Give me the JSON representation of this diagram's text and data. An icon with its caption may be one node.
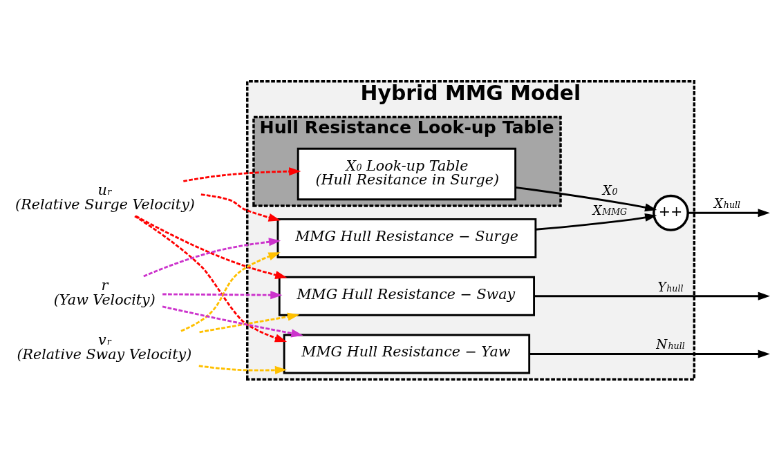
{
  "diagram": {
    "nodes": [
      {
        "text": [
          "Hybrid MMG Model"
        ]
      },
      {
        "text": [
          "Hull Resistance Look-up Table"
        ],
        "in": 0
      },
      {
        "text": [
          "X$_{0}$ Look-up Table",
          "(Hull Resitance in Surge)"
        ],
        "in": 1
      },
      {
        "text": [
          "MMG Hull Resistance − Surge"
        ],
        "in": 0
      },
      {
        "text": [
          "MMG Hull Resistance − Sway"
        ],
        "in": 0
      },
      {
        "text": [
          "MMG Hull Resistance − Yaw"
        ],
        "in": 0
      },
      {
        "text": [
          "+",
          "+"
        ],
        "in": 0
      },
      {
        "text": [
          "u$_{r}$",
          "(Relative Surge Velocity)"
        ]
      },
      {
        "text": [
          "v$_{r}$",
          "(Relative Sway Velocity)"
        ]
      },
      {
        "text": [
          "r",
          "(Yaw Velocity)"
        ]
      }
    ],
    "edges": [
      {
        "from": 7,
        "to": 2,
        "arrow": "to",
        "style": "dashed",
        "color": "#ff0000"
      },
      {
        "from": 7,
        "to": 3,
        "arrow": "to",
        "style": "dashed",
        "color": "#ff0000"
      },
      {
        "from": 7,
        "to": 4,
        "arrow": "to",
        "style": "dashed",
        "color": "#ff0000"
      },
      {
        "from": 7,
        "to": 5,
        "arrow": "to",
        "style": "dashed",
        "color": "#ff0000"
      },
      {
        "from": 8,
        "to": 3,
        "arrow": "to",
        "style": "dashed",
        "color": "#ffc000"
      },
      {
        "from": 8,
        "to": 4,
        "arrow": "to",
        "style": "dashed",
        "color": "#ffc000"
      },
      {
        "from": 8,
        "to": 5,
        "arrow": "to",
        "style": "dashed",
        "color": "#ffc000"
      },
      {
        "from": 9,
        "to": 3,
        "arrow": "to",
        "style": "dashed",
        "color": "#cc33cc"
      },
      {
        "from": 9,
        "to": 4,
        "arrow": "to",
        "style": "dashed",
        "color": "#cc33cc"
      },
      {
        "from": 9,
        "to": 5,
        "arrow": "to",
        "style": "dashed",
        "color": "#cc33cc"
      },
      {
        "from": 2,
        "to": 6,
        "arrow": "to",
        "label": "X$_{0}$",
        "color": "#000000"
      },
      {
        "from": 3,
        "to": 6,
        "arrow": "to",
        "label": "X$_{MMG}$",
        "color": "#000000"
      },
      {
        "from": 6,
        "to": null,
        "arrow": "to",
        "label": "X$_{hull}$",
        "color": "#000000"
      },
      {
        "from": 4,
        "to": null,
        "arrow": "to",
        "label": "Y$_{hull}$",
        "color": "#000000"
      },
      {
        "from": 5,
        "to": null,
        "arrow": "to",
        "label": "N$_{hull}$",
        "color": "#000000"
      }
    ]
  }
}
